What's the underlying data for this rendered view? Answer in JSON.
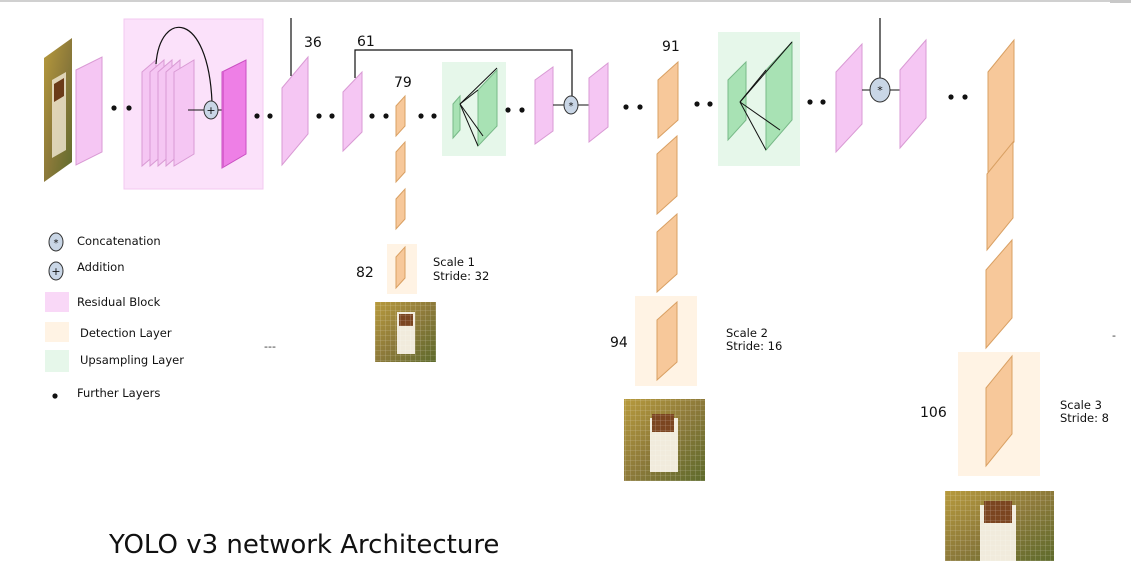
{
  "diagram": {
    "title": "YOLO v3 network Architecture",
    "layer_numbers": {
      "n36": "36",
      "n61": "61",
      "n79": "79",
      "n91": "91",
      "n82": "82",
      "n94": "94",
      "n106": "106"
    },
    "scales": [
      {
        "name": "Scale 1",
        "stride": "Stride: 32"
      },
      {
        "name": "Scale 2",
        "stride": "Stride: 16"
      },
      {
        "name": "Scale 3",
        "stride": "Stride: 8"
      }
    ],
    "legend": [
      {
        "label": "Concatenation",
        "symbol": "*"
      },
      {
        "label": "Addition",
        "symbol": "+"
      },
      {
        "label": "Residual Block"
      },
      {
        "label": "Detection Layer"
      },
      {
        "label": "Upsampling Layer"
      },
      {
        "label": "Further Layers"
      }
    ],
    "stray_marks": {
      "dashes": "---",
      "dot": "-"
    },
    "colors": {
      "residual_block": "#f9d8f7",
      "residual_fill": "#f5c6f3",
      "residual_dark": "#ee7fe6",
      "detection_layer": "#f7c89a",
      "detection_bg": "#fff6ec",
      "upsampling_layer": "#a8e2b4",
      "upsampling_bg": "#e6f7ea",
      "operator_node": "#c9d6e6"
    }
  }
}
